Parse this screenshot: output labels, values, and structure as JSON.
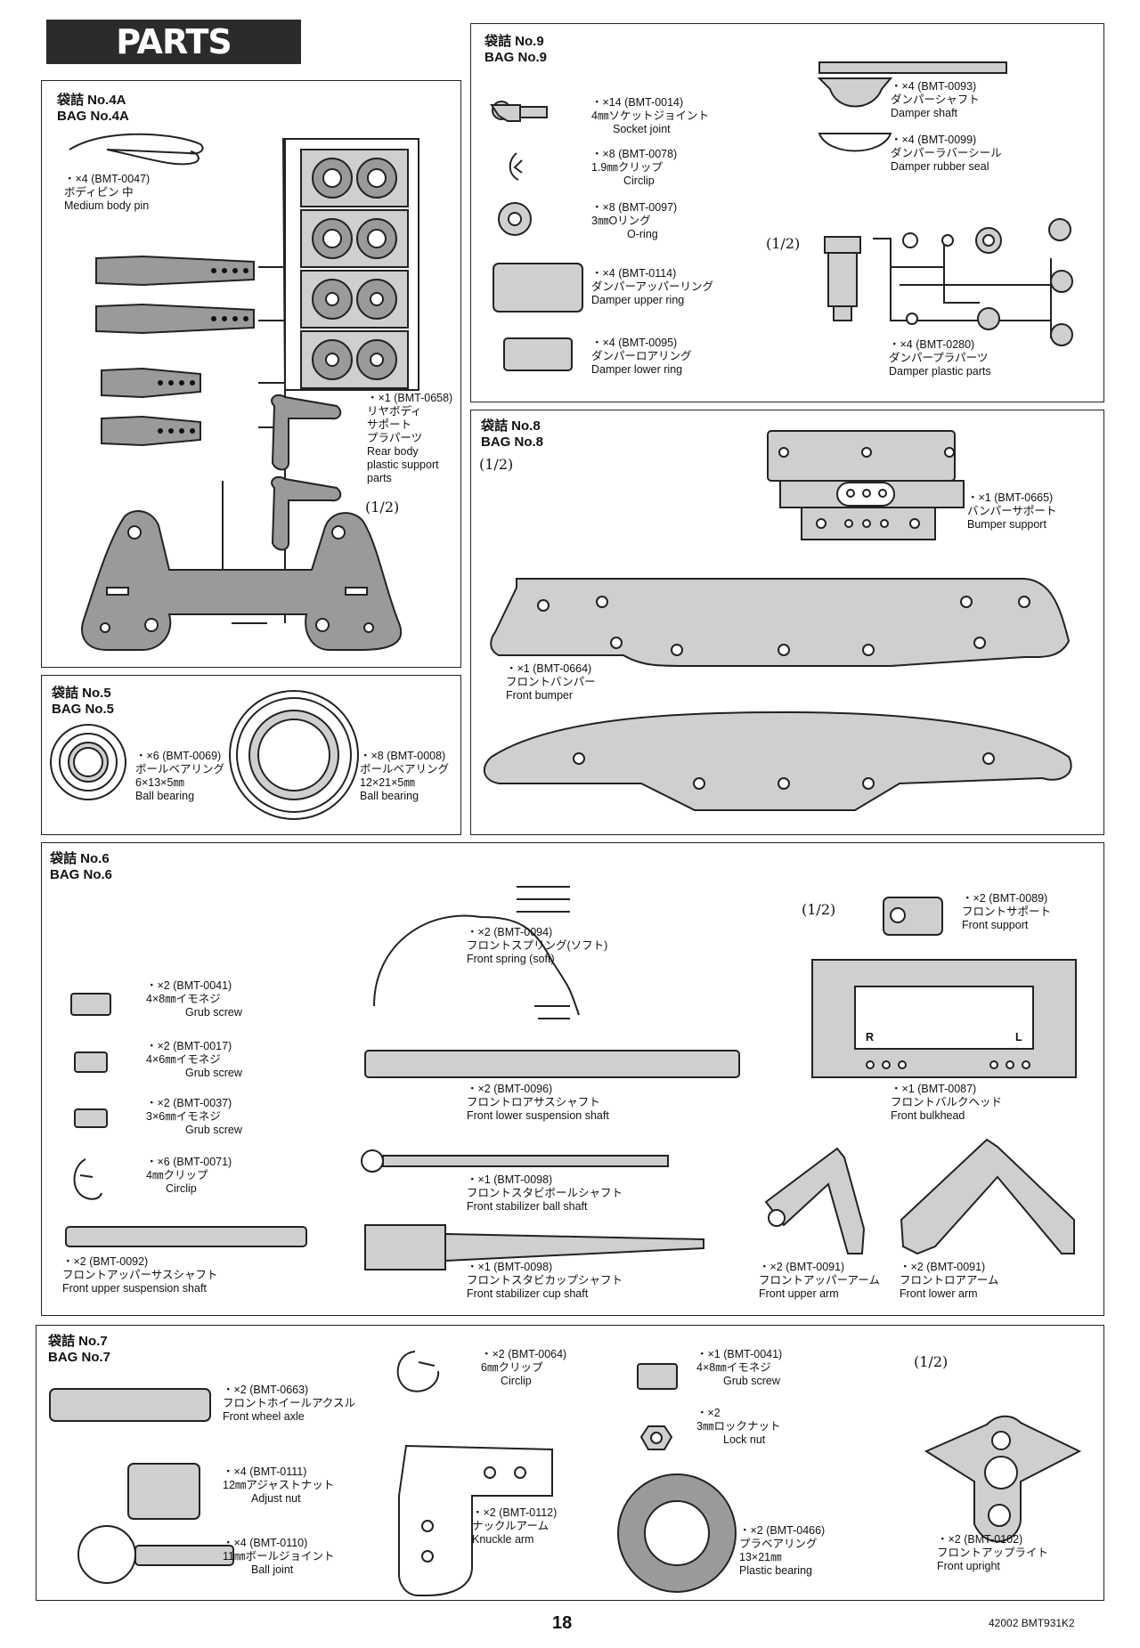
{
  "header": {
    "title": "PARTS"
  },
  "footer": {
    "page_number": "18",
    "code": "42002 BMT931K2"
  },
  "bags": {
    "b4a": {
      "jp": "袋詰 No.4A",
      "en": "BAG No.4A"
    },
    "b5": {
      "jp": "袋詰 No.5",
      "en": "BAG No.5"
    },
    "b6": {
      "jp": "袋詰 No.6",
      "en": "BAG No.6"
    },
    "b7": {
      "jp": "袋詰 No.7",
      "en": "BAG No.7"
    },
    "b8": {
      "jp": "袋詰 No.8",
      "en": "BAG No.8"
    },
    "b9": {
      "jp": "袋詰 No.9",
      "en": "BAG No.9"
    }
  },
  "half": "(1/2)",
  "parts": {
    "p0047": {
      "qty": "・×4 (BMT-0047)",
      "jp": "ボディピン 中",
      "en": "Medium body pin"
    },
    "p0658": {
      "qty": "・×1 (BMT-0658)",
      "jp": "リヤボディ",
      "jp2": "サポート",
      "jp3": "プラパーツ",
      "en": "Rear body",
      "en2": "plastic support",
      "en3": "parts"
    },
    "p0069": {
      "qty": "・×6 (BMT-0069)",
      "jp": "ボールベアリング",
      "size": "6×13×5㎜",
      "en": "Ball bearing"
    },
    "p0008": {
      "qty": "・×8 (BMT-0008)",
      "jp": "ボールベアリング",
      "size": "12×21×5㎜",
      "en": "Ball bearing"
    },
    "p0014": {
      "qty": "・×14 (BMT-0014)",
      "jp": "4㎜ソケットジョイント",
      "en": "Socket joint"
    },
    "p0078": {
      "qty": "・×8 (BMT-0078)",
      "jp": "1.9㎜クリップ",
      "en": "Circlip"
    },
    "p0097": {
      "qty": "・×8 (BMT-0097)",
      "jp": "3㎜Oリング",
      "en": "O-ring"
    },
    "p0114": {
      "qty": "・×4 (BMT-0114)",
      "jp": "ダンパーアッパーリング",
      "en": "Damper upper ring"
    },
    "p0095": {
      "qty": "・×4 (BMT-0095)",
      "jp": "ダンパーロアリング",
      "en": "Damper lower ring"
    },
    "p0093": {
      "qty": "・×4 (BMT-0093)",
      "jp": "ダンパーシャフト",
      "en": "Damper shaft"
    },
    "p0099": {
      "qty": "・×4 (BMT-0099)",
      "jp": "ダンパーラバーシール",
      "en": "Damper rubber seal"
    },
    "p0280": {
      "qty": "・×4 (BMT-0280)",
      "jp": "ダンパープラパーツ",
      "en": "Damper plastic parts"
    },
    "p0665": {
      "qty": "・×1 (BMT-0665)",
      "jp": "バンパーサポート",
      "en": "Bumper support"
    },
    "p0664": {
      "qty": "・×1 (BMT-0664)",
      "jp": "フロントバンパー",
      "en": "Front bumper"
    },
    "p0041": {
      "qty": "・×2 (BMT-0041)",
      "jp": "4×8㎜イモネジ",
      "en": "Grub screw"
    },
    "p0017": {
      "qty": "・×2 (BMT-0017)",
      "jp": "4×6㎜イモネジ",
      "en": "Grub screw"
    },
    "p0037": {
      "qty": "・×2 (BMT-0037)",
      "jp": "3×6㎜イモネジ",
      "en": "Grub screw"
    },
    "p0071": {
      "qty": "・×6 (BMT-0071)",
      "jp": "4㎜クリップ",
      "en": "Circlip"
    },
    "p0092": {
      "qty": "・×2 (BMT-0092)",
      "jp": "フロントアッパーサスシャフト",
      "en": "Front upper suspension shaft"
    },
    "p0094": {
      "qty": "・×2 (BMT-0094)",
      "jp": "フロントスプリング(ソフト)",
      "en": "Front spring (soft)"
    },
    "p0096": {
      "qty": "・×2 (BMT-0096)",
      "jp": "フロントロアサスシャフト",
      "en": "Front lower suspension shaft"
    },
    "p0098a": {
      "qty": "・×1 (BMT-0098)",
      "jp": "フロントスタビボールシャフト",
      "en": "Front stabilizer ball shaft"
    },
    "p0098b": {
      "qty": "・×1 (BMT-0098)",
      "jp": "フロントスタビカップシャフト",
      "en": "Front stabilizer cup shaft"
    },
    "p0089": {
      "qty": "・×2 (BMT-0089)",
      "jp": "フロントサポート",
      "en": "Front support"
    },
    "p0087": {
      "qty": "・×1 (BMT-0087)",
      "jp": "フロントバルクヘッド",
      "en": "Front bulkhead",
      "r": "R",
      "l": "L"
    },
    "p0091a": {
      "qty": "・×2 (BMT-0091)",
      "jp": "フロントアッパーアーム",
      "en": "Front upper arm"
    },
    "p0091b": {
      "qty": "・×2 (BMT-0091)",
      "jp": "フロントロアアーム",
      "en": "Front lower arm"
    },
    "p0663": {
      "qty": "・×2 (BMT-0663)",
      "jp": "フロントホイールアクスル",
      "en": "Front wheel axle"
    },
    "p0111": {
      "qty": "・×4 (BMT-0111)",
      "jp": "12㎜アジャストナット",
      "en": "Adjust nut"
    },
    "p0110": {
      "qty": "・×4 (BMT-0110)",
      "jp": "11㎜ボールジョイント",
      "en": "Ball joint"
    },
    "p0064": {
      "qty": "・×2 (BMT-0064)",
      "jp": "6㎜クリップ",
      "en": "Circlip"
    },
    "p0041b": {
      "qty": "・×1 (BMT-0041)",
      "jp": "4×8㎜イモネジ",
      "en": "Grub screw"
    },
    "plock": {
      "qty": "・×2",
      "jp": "3㎜ロックナット",
      "en": "Lock nut"
    },
    "p0112": {
      "qty": "・×2 (BMT-0112)",
      "jp": "ナックルアーム",
      "en": "Knuckle arm"
    },
    "p0466": {
      "qty": "・×2 (BMT-0466)",
      "jp": "プラベアリング",
      "size": "13×21㎜",
      "en": "Plastic bearing"
    },
    "p0102": {
      "qty": "・×2 (BMT-0102)",
      "jp": "フロントアップライト",
      "en": "Front upright"
    }
  }
}
